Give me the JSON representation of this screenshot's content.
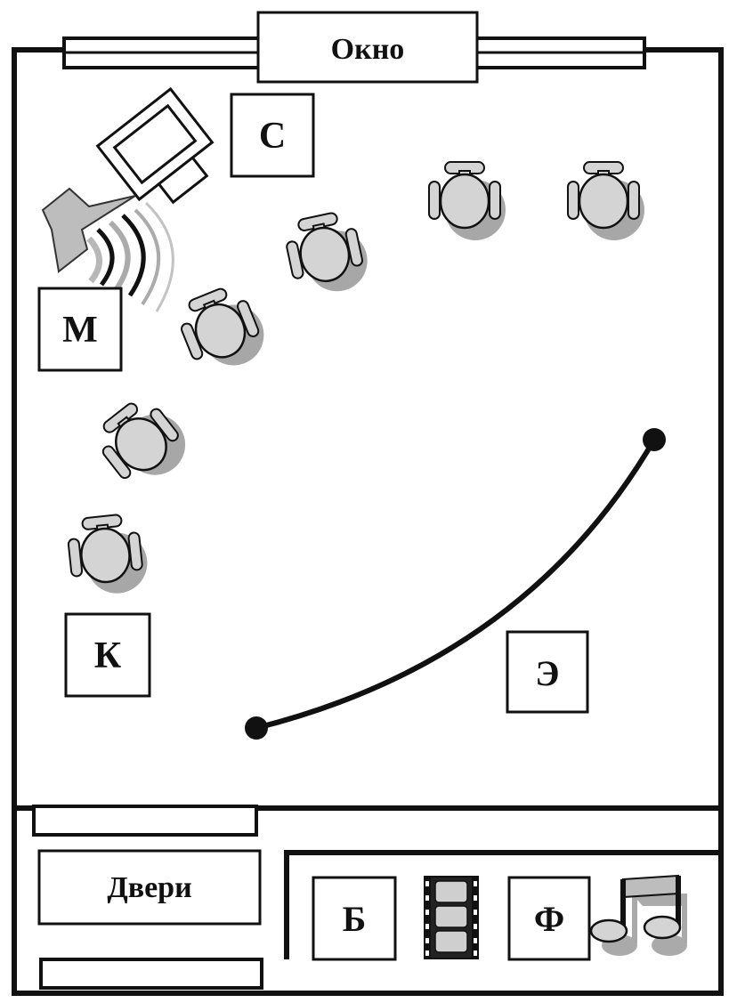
{
  "labels": {
    "window": "Окно",
    "doors": "Двери",
    "s": "С",
    "m": "М",
    "k": "К",
    "e": "Э",
    "b": "Б",
    "f": "Ф"
  },
  "colors": {
    "stroke": "#111111",
    "chair_fill": "#d4d4d4",
    "chair_shadow": "#8a8a8a",
    "background": "#ffffff"
  },
  "icons": {
    "camera": "camera-icon",
    "microphone": "microphone-icon",
    "film": "film-strip-icon",
    "music": "music-notes-icon",
    "chair": "office-chair-icon"
  }
}
